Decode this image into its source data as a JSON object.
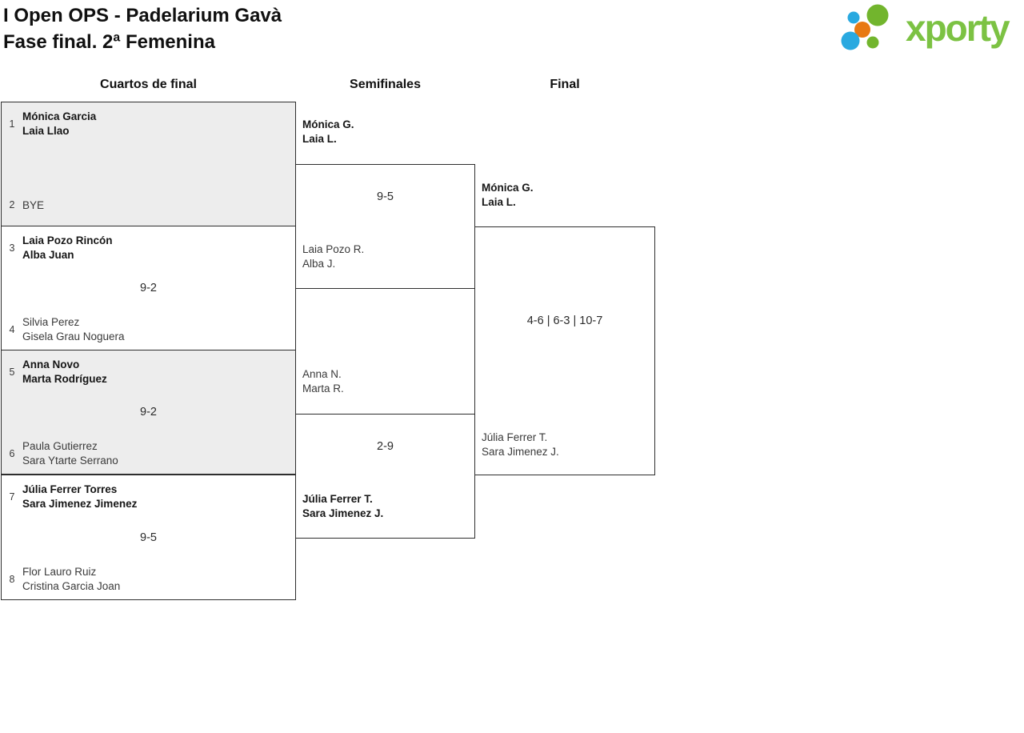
{
  "header": {
    "title_line1": "I Open OPS - Padelarium Gavà",
    "title_line2": "Fase final. 2ª Femenina"
  },
  "logo": {
    "brand": "xporty"
  },
  "colors": {
    "brand-green": "#7cc243",
    "logo-green": "#72b52d",
    "logo-blue": "#29a9e0",
    "logo-orange": "#e87911",
    "line": "#2e2e2e",
    "box-shaded": "#ededed"
  },
  "rounds": {
    "quarterfinals_label": "Cuartos de final",
    "semifinals_label": "Semifinales",
    "final_label": "Final"
  },
  "quarterfinals": [
    {
      "seed_top": "1",
      "team_top_line1": "Mónica Garcia",
      "team_top_line2": "Laia Llao",
      "team_top_winner": true,
      "seed_bottom": "2",
      "team_bottom_line1": "BYE",
      "team_bottom_line2": "",
      "team_bottom_winner": false,
      "score": ""
    },
    {
      "seed_top": "3",
      "team_top_line1": "Laia Pozo Rincón",
      "team_top_line2": "Alba Juan",
      "team_top_winner": true,
      "seed_bottom": "4",
      "team_bottom_line1": "Silvia Perez",
      "team_bottom_line2": "Gisela Grau Noguera",
      "team_bottom_winner": false,
      "score": "9-2"
    },
    {
      "seed_top": "5",
      "team_top_line1": "Anna Novo",
      "team_top_line2": "Marta Rodríguez",
      "team_top_winner": true,
      "seed_bottom": "6",
      "team_bottom_line1": "Paula Gutierrez",
      "team_bottom_line2": "Sara Ytarte Serrano",
      "team_bottom_winner": false,
      "score": "9-2"
    },
    {
      "seed_top": "7",
      "team_top_line1": "Júlia Ferrer Torres",
      "team_top_line2": "Sara Jimenez Jimenez",
      "team_top_winner": true,
      "seed_bottom": "8",
      "team_bottom_line1": "Flor Lauro Ruiz",
      "team_bottom_line2": "Cristina Garcia Joan",
      "team_bottom_winner": false,
      "score": "9-5"
    }
  ],
  "semifinals": [
    {
      "team_top_line1": "Mónica G.",
      "team_top_line2": "Laia L.",
      "team_top_winner": true,
      "team_bottom_line1": "Laia Pozo R.",
      "team_bottom_line2": "Alba J.",
      "team_bottom_winner": false,
      "score": "9-5"
    },
    {
      "team_top_line1": "Anna N.",
      "team_top_line2": "Marta R.",
      "team_top_winner": false,
      "team_bottom_line1": "Júlia Ferrer T.",
      "team_bottom_line2": "Sara Jimenez J.",
      "team_bottom_winner": true,
      "score": "2-9"
    }
  ],
  "final": {
    "team_top_line1": "Mónica G.",
    "team_top_line2": "Laia L.",
    "team_top_winner": true,
    "team_bottom_line1": "Júlia Ferrer T.",
    "team_bottom_line2": "Sara Jimenez J.",
    "team_bottom_winner": false,
    "score": "4-6 | 6-3 | 10-7"
  }
}
